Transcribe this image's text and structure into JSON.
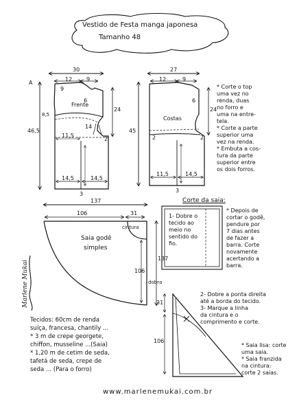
{
  "header": {
    "title": "Vestido de Festa  manga japonesa",
    "size": "Tamanho 48"
  },
  "front": {
    "label": "Frente",
    "width": "30",
    "top_left": "12",
    "top_right": "9",
    "height": "46,5",
    "length": "24",
    "w9": "9",
    "w6": "6",
    "w85": "8,5",
    "w115": "11,5",
    "w145": "14,5",
    "w145b": "14,5",
    "w14": "14",
    "num3": "3",
    "num2": "2",
    "a": "A"
  },
  "back": {
    "label": "Costas",
    "width": "27",
    "top_left": "12",
    "top_right": "9",
    "height": "45",
    "length": "24",
    "w2": "2",
    "w115": "11,5",
    "w145": "14,5",
    "w145b": "14,5",
    "num3": "3",
    "num2": "2",
    "w6": "6"
  },
  "notes_right": [
    "* Corte o top",
    "  uma vez no",
    "  renda, duas",
    "  no forro e",
    "  uma na entre-",
    "  tela.",
    "* Corte a parte",
    "  superior uma",
    "  vez na renda.",
    "* Embuta a cos-",
    "  tura da parte",
    "  superior entre",
    "  os dois forros."
  ],
  "skirt": {
    "label1": "Saia godê",
    "label2": "simples",
    "width": "137",
    "inner": "106",
    "inner_b": "31",
    "height": "137",
    "side": "106",
    "dobra": "dobra",
    "cintura": "cintura"
  },
  "cut_title": "Corte da saia:",
  "cut_fold": [
    "1- Dobre o",
    "tecido ao",
    "meio no",
    "sentido do",
    "fio."
  ],
  "cut_notes": [
    "* Depois de",
    "  cortar o godê,",
    "  pendure por",
    "  7 dias antes",
    "  de fazer a",
    "  barra. Corte",
    "  novamente",
    "  acertando a",
    "  barra."
  ],
  "steps": [
    "2- Dobre a ponta direita",
    "   até a borda do tecido.",
    "3- Marque a linha",
    "   da cintura e o",
    "   comprimento e corte."
  ],
  "triangle": {
    "h1": "31",
    "h2": "106"
  },
  "bottom_notes": [
    "* Saia lisa: corte",
    "  uma saia.",
    "* Saia franzida",
    "  na cintura:",
    "  corte 2 saias."
  ],
  "fabrics": [
    "Tecidos: 60cm  de renda",
    "suíça, francesa, chantily ...",
    "*  3 m  de crepe georgete,",
    "chiffon, musseline ...(Saia)",
    "* 1,20 m de cetim de seda,",
    "tafetá de seda, crepe de",
    "seda ... (Para o forro)"
  ],
  "signature": "Marlene Mukai",
  "website": "www.marlenemukai.com.br"
}
